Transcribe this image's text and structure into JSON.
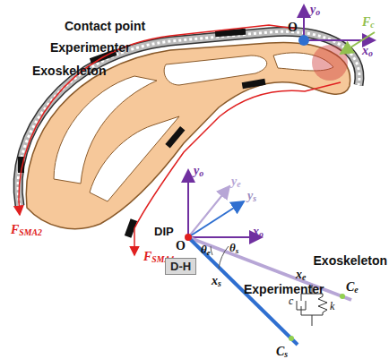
{
  "diagram": {
    "nodes": [
      {
        "text": [
          "D-H"
        ]
      }
    ],
    "labels": [
      "Contact point",
      "O",
      "yo",
      "xo",
      "Fc",
      "Experimenter",
      "Exoskeleton",
      "FSMA2",
      "FSMA1",
      "yo",
      "O",
      "ye",
      "ys",
      "DIP",
      "xo",
      "θe",
      "θs",
      "xe",
      "xs",
      "Exoskeleton",
      "Ce",
      "c",
      "k",
      "Experimenter",
      "Cs"
    ]
  }
}
